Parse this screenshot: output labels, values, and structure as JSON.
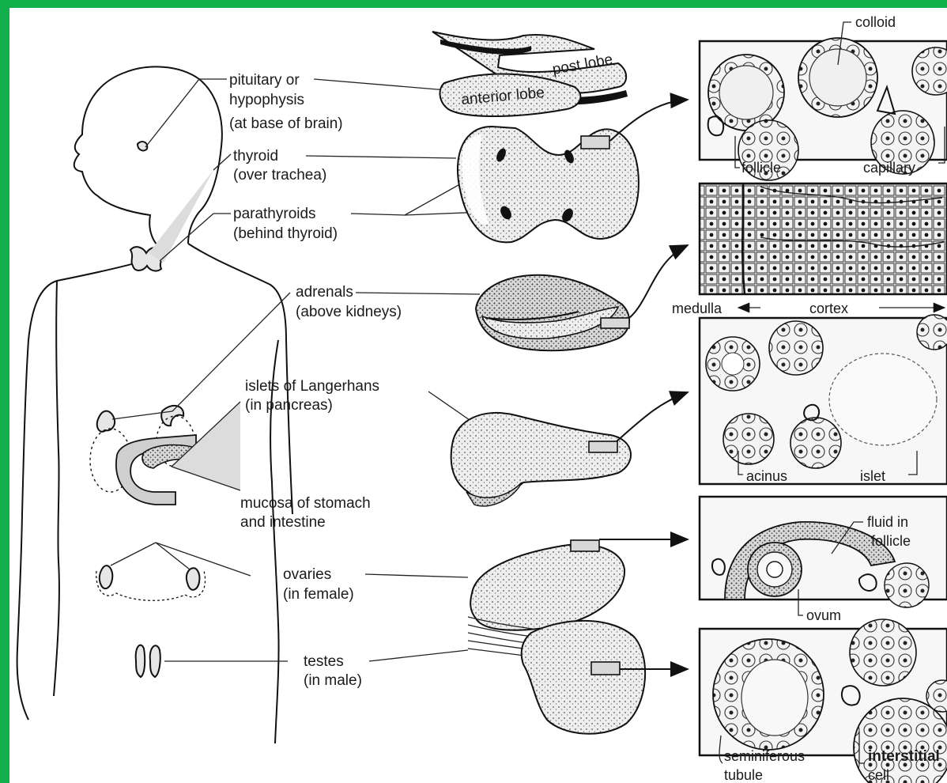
{
  "labels": {
    "pituitary_1": "pituitary or",
    "pituitary_2": "hypophysis",
    "pituitary_3": "(at base of brain)",
    "post_lobe": "post lobe",
    "anterior_lobe": "anterior lobe",
    "thyroid_1": "thyroid",
    "thyroid_2": "(over trachea)",
    "parathyroids_1": "parathyroids",
    "parathyroids_2": "(behind thyroid)",
    "adrenals_1": "adrenals",
    "adrenals_2": "(above kidneys)",
    "islets_1": "islets of Langerhans",
    "islets_2": "(in pancreas)",
    "mucosa_1": "mucosa of stomach",
    "mucosa_2": "and intestine",
    "ovaries_1": "ovaries",
    "ovaries_2": "(in female)",
    "testes_1": "testes",
    "testes_2": "(in male)",
    "colloid": "colloid",
    "follicle": "follicle",
    "capillary": "capillary",
    "medulla": "medulla",
    "cortex": "cortex",
    "acinus": "acinus",
    "islet": "islet",
    "fluid_1": "fluid in",
    "fluid_2": "follicle",
    "ovum": "ovum",
    "seminiferous_1": "seminiferous",
    "seminiferous_2": "tubule",
    "interstitial_1": "interstitial",
    "interstitial_2": "cell"
  },
  "colors": {
    "border": "#12b04b",
    "ink": "#111111",
    "paper": "#ffffff"
  }
}
